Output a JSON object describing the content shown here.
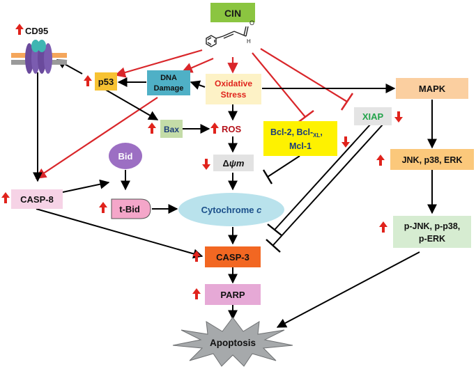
{
  "nodes": {
    "cin": "CIN",
    "cd95": "CD95",
    "p53": "p53",
    "dna_damage": [
      "DNA",
      "Damage"
    ],
    "oxidative_stress": [
      "Oxidative",
      "Stress"
    ],
    "mapk": "MAPK",
    "xiap": "XIAP",
    "bax": "Bax",
    "ros": "ROS",
    "bcl": {
      "line1_a": "Bcl-2, Bcl-",
      "line1_sub": "XL",
      "line1_b": ",",
      "line2": "Mcl-1"
    },
    "delta_psi": {
      "delta": "Δ",
      "psi": "ψ",
      "m": "m"
    },
    "bid": "Bid",
    "tbid": "t-Bid",
    "casp8": "CASP-8",
    "cytochrome": {
      "text": "Cytochrome ",
      "italic": "c"
    },
    "jnk": "JNK, p38, ERK",
    "pjnk": [
      "p-JNK, p-p38,",
      "p-ERK"
    ],
    "casp3": "CASP-3",
    "parp": "PARP",
    "apoptosis": "Apoptosis",
    "structure_label": "H",
    "structure_o": "O"
  },
  "colors": {
    "up_arrow": "#e0231c",
    "inhibit": "#d9262a",
    "activate": "#000000",
    "cin_box": "#8bc540",
    "p53_box": "#f7c232",
    "dna_box": "#4fb0c6",
    "oxidative_box": "#fdf2c6",
    "oxidative_text": "#e0231c",
    "bcl_box": "#fef200",
    "xiap_text": "#22a34a",
    "bax_box": "#c4dca8",
    "ros_text": "#b5121b",
    "bid_ellipse": "#9c6fc3",
    "tbid_box": "#f4a6c9",
    "casp8_box": "#f6d3e6",
    "cytochrome_ellipse": "#b9e2ec",
    "mapk_box": "#fbcfa0",
    "jnk_box": "#fbc87b",
    "pjnk_box": "#d6ecd1",
    "casp3_box": "#f26722",
    "parp_box": "#e6a9d6",
    "apoptosis_fill": "#a6a9ab"
  },
  "indicators": {
    "cd95": "up",
    "p53": "up",
    "bax": "up",
    "ros": "up",
    "bcl": "down",
    "xiap": "down",
    "delta_psi": "down",
    "casp8": "up",
    "tbid": "up",
    "jnk": "up",
    "pjnk": "up",
    "casp3": "up",
    "parp": "up",
    "cin_to_oxidative": "down"
  }
}
